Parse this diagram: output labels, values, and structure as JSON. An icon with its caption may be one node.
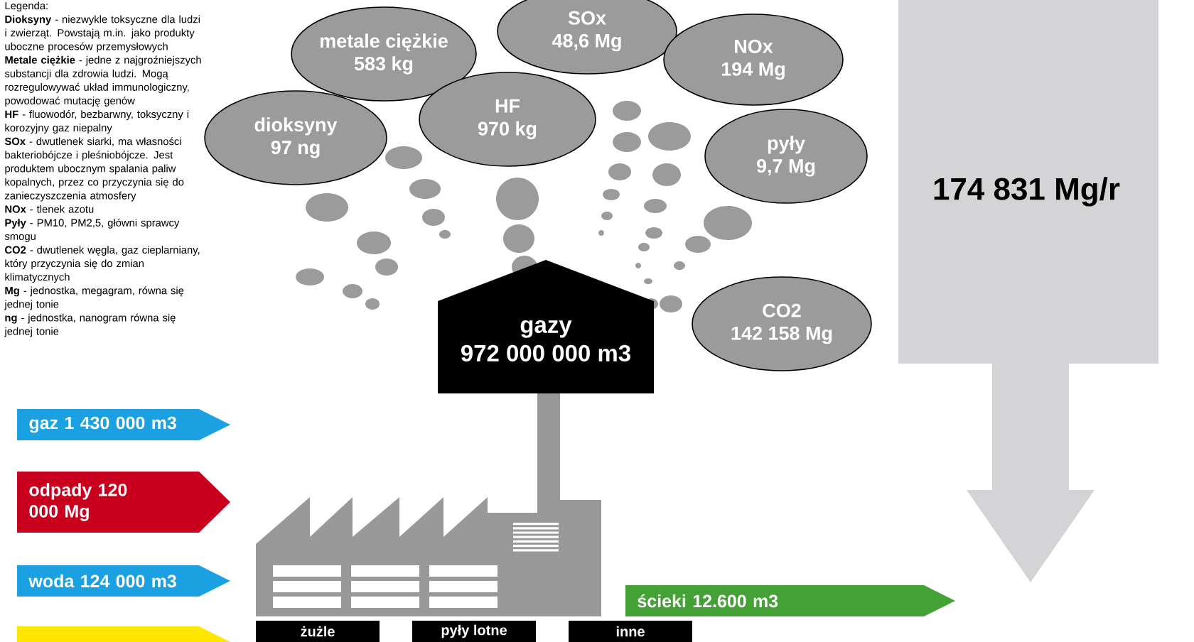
{
  "diagram": {
    "nodes": [
      {
        "text": [
          "metale ciężkie",
          "583 kg"
        ]
      },
      {
        "text": [
          "SOx",
          "48,6 Mg"
        ]
      },
      {
        "text": [
          "NOx",
          "194 Mg"
        ]
      },
      {
        "text": [
          "dioksyny",
          "97 ng"
        ]
      },
      {
        "text": [
          "HF",
          "970 kg"
        ]
      },
      {
        "text": [
          "pyły",
          "9,7 Mg"
        ]
      },
      {
        "text": [
          "CO2",
          "142 158 Mg"
        ]
      },
      {
        "text": [
          "174 831 Mg/r"
        ]
      },
      {
        "text": [
          "gazy",
          "972 000 000 m3"
        ]
      },
      {
        "text": [
          "gaz 1 430 000 m3"
        ]
      },
      {
        "text": [
          "odpady 120 000 Mg"
        ]
      },
      {
        "text": [
          "woda 124 000 m3"
        ]
      },
      {
        "text": [],
        "shape": "arrow"
      },
      {
        "text": [],
        "shape": "picture"
      },
      {
        "text": [
          "ścieki 12.600 m3"
        ]
      },
      {
        "text": [
          "żużle"
        ]
      },
      {
        "text": [
          "pyły lotne"
        ]
      },
      {
        "text": [
          "inne"
        ]
      }
    ],
    "labels": [
      "Legenda:",
      "**Dioksyny** - niezwykle toksyczne dla ludzi i zwierząt. Powstają m.in. jako produkty uboczne procesów przemysłowych",
      "**Metale ciężkie** - jedne z najgroźniejszych substancji dla zdrowia ludzi. Mogą rozregulowywać układ immunologiczny, powodować mutację genów",
      "**HF** - fluowodór, bezbarwny, toksyczny i korozyjny gaz niepalny",
      "**SOx** - dwutlenek siarki, ma własności bakteriobójcze i pleśniobójcze. Jest produktem ubocznym spalania paliw kopalnych, przez co przyczynia się do zanieczyszczenia atmosfery",
      "**NOx** - tlenek azotu",
      "**Pyły** - PM10, PM2,5, główni sprawcy smogu",
      "**CO2** - dwutlenek węgla, gaz cieplarniany, który przyczynia się do zmian klimatycznych",
      "**Mg** - jednostka, megagram, równa się jednej tonie",
      "**ng** - jednostka, nanogram równa się jednej tonie"
    ]
  }
}
